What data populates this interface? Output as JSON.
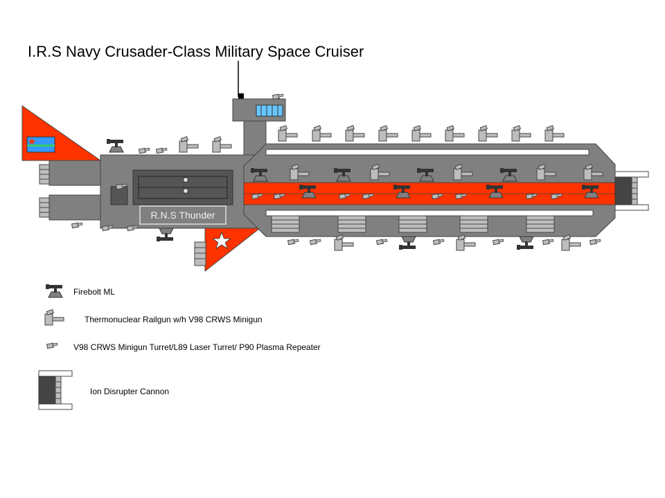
{
  "title": "I.R.S Navy Crusader-Class Military Space Cruiser",
  "ship_name": "R.N.S Thunder",
  "colors": {
    "hull": "#808080",
    "hull_dark": "#6e6e6e",
    "accent_red": "#ff3300",
    "turret_grey": "#bdbdbd",
    "weapon_dark": "#333333",
    "window_blue": "#66c6ff",
    "flag_blue": "#3399ff",
    "flag_green": "#33cc66"
  },
  "legend": [
    {
      "icon": "firebolt-ml-icon",
      "label": "Firebolt ML"
    },
    {
      "icon": "railgun-icon",
      "label": "Thermonuclear Railgun w/h V98 CRWS Minigun"
    },
    {
      "icon": "minigun-turret-icon",
      "label": "V98 CRWS Minigun Turret/L89 Laser Turret/ P90 Plasma Repeater"
    },
    {
      "icon": "ion-cannon-icon",
      "label": "Ion Disrupter Cannon"
    }
  ]
}
